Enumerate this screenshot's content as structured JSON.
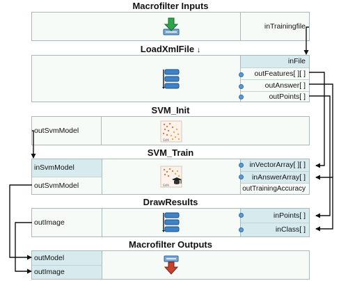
{
  "titles": {
    "inputs": "Macrofilter Inputs",
    "load": "LoadXmlFile",
    "load_marker": "↓",
    "svm_init": "SVM_Init",
    "svm_train": "SVM_Train",
    "draw": "DrawResults",
    "outputs": "Macrofilter Outputs"
  },
  "inputs": {
    "outputs": [
      "inTrainingfile"
    ]
  },
  "load": {
    "inputs": [
      "inFile"
    ],
    "outputs": [
      "outFeatures[ ][ ]",
      "outAnswer[ ]",
      "outPoints[ ]"
    ]
  },
  "svm_init": {
    "outputs": [
      "outSvmModel"
    ]
  },
  "svm_train": {
    "inputs": [
      "inVectorArray[ ][ ]",
      "inAnswerArray[ ]",
      "outTrainingAccuracy"
    ],
    "left": [
      "inSvmModel",
      "outSvmModel"
    ]
  },
  "draw": {
    "left": [
      "outImage"
    ],
    "inputs": [
      "inPoints[ ]",
      "inClass[ ]"
    ]
  },
  "outputs": {
    "inputs": [
      "outModel",
      "outImage"
    ]
  },
  "icons": {
    "inputs": "green-down-arrow-icon",
    "load": "list-icon",
    "svm_init": "svm-scatter-icon",
    "svm_train": "svm-train-icon",
    "draw": "list-icon",
    "outputs": "red-down-arrow-icon"
  },
  "colors": {
    "block_bg": "#f6fbf8",
    "pin_bg": "#d7ebef",
    "border": "#a9b8b8",
    "wire": "#111111",
    "pin_dot": "#5b9bd8"
  }
}
